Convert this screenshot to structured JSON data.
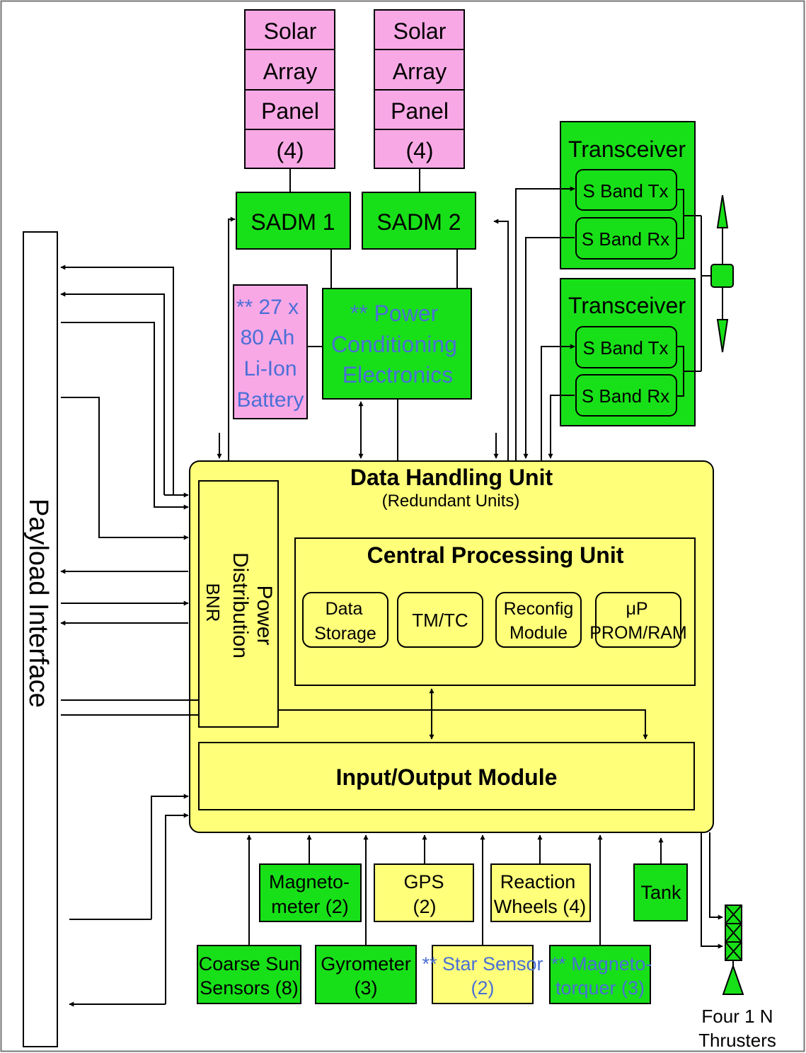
{
  "colors": {
    "green": "#18e018",
    "pink": "#f9a8e6",
    "yellow": "#ffff7a",
    "blue_text": "#4a6fd6",
    "frame_grey": "#777777"
  },
  "payload_interface": "Payload Interface",
  "solar_array_1": {
    "line1": "Solar",
    "line2": "Array",
    "line3": "Panel",
    "count": "(4)"
  },
  "solar_array_2": {
    "line1": "Solar",
    "line2": "Array",
    "line3": "Panel",
    "count": "(4)"
  },
  "sadm_1": "SADM 1",
  "sadm_2": "SADM 2",
  "battery": {
    "line1": "** 27 x",
    "line2": "80 Ah",
    "line3": "Li-Ion",
    "line4": "Battery"
  },
  "pce": {
    "line1": "** Power",
    "line2": "Conditioning",
    "line3": "Electronics"
  },
  "transceiver_1": {
    "title": "Transceiver",
    "tx": "S Band Tx",
    "rx": "S Band Rx"
  },
  "transceiver_2": {
    "title": "Transceiver",
    "tx": "S Band Tx",
    "rx": "S Band Rx"
  },
  "dhu": {
    "title": "Data Handling Unit",
    "subtitle": "(Redundant Units)"
  },
  "pdu": {
    "line1": "Power",
    "line2": "Distribution",
    "line3": "BNR"
  },
  "cpu": {
    "title": "Central Processing Unit",
    "data_storage": {
      "line1": "Data",
      "line2": "Storage"
    },
    "tmtc": "TM/TC",
    "reconfig": {
      "line1": "Reconfig",
      "line2": "Module"
    },
    "mp": {
      "line1": "μP",
      "line2": "PROM/RAM"
    }
  },
  "io_module": "Input/Output Module",
  "magnetometer": {
    "line1": "Magneto-",
    "line2": "meter (2)"
  },
  "gps": {
    "line1": "GPS",
    "line2": "(2)"
  },
  "reaction_wheels": {
    "line1": "Reaction",
    "line2": "Wheels (4)"
  },
  "tank": "Tank",
  "coarse_sun": {
    "line1": "Coarse Sun",
    "line2": "Sensors (8)"
  },
  "gyrometer": {
    "line1": "Gyrometer",
    "line2": "(3)"
  },
  "star_sensor": {
    "line1": "** Star Sensor",
    "line2": "(2)"
  },
  "magnetotorquer": {
    "line1": "** Magneto-",
    "line2": "torquer (3)"
  },
  "thrusters": {
    "line1": "Four 1 N",
    "line2": "Thrusters"
  }
}
